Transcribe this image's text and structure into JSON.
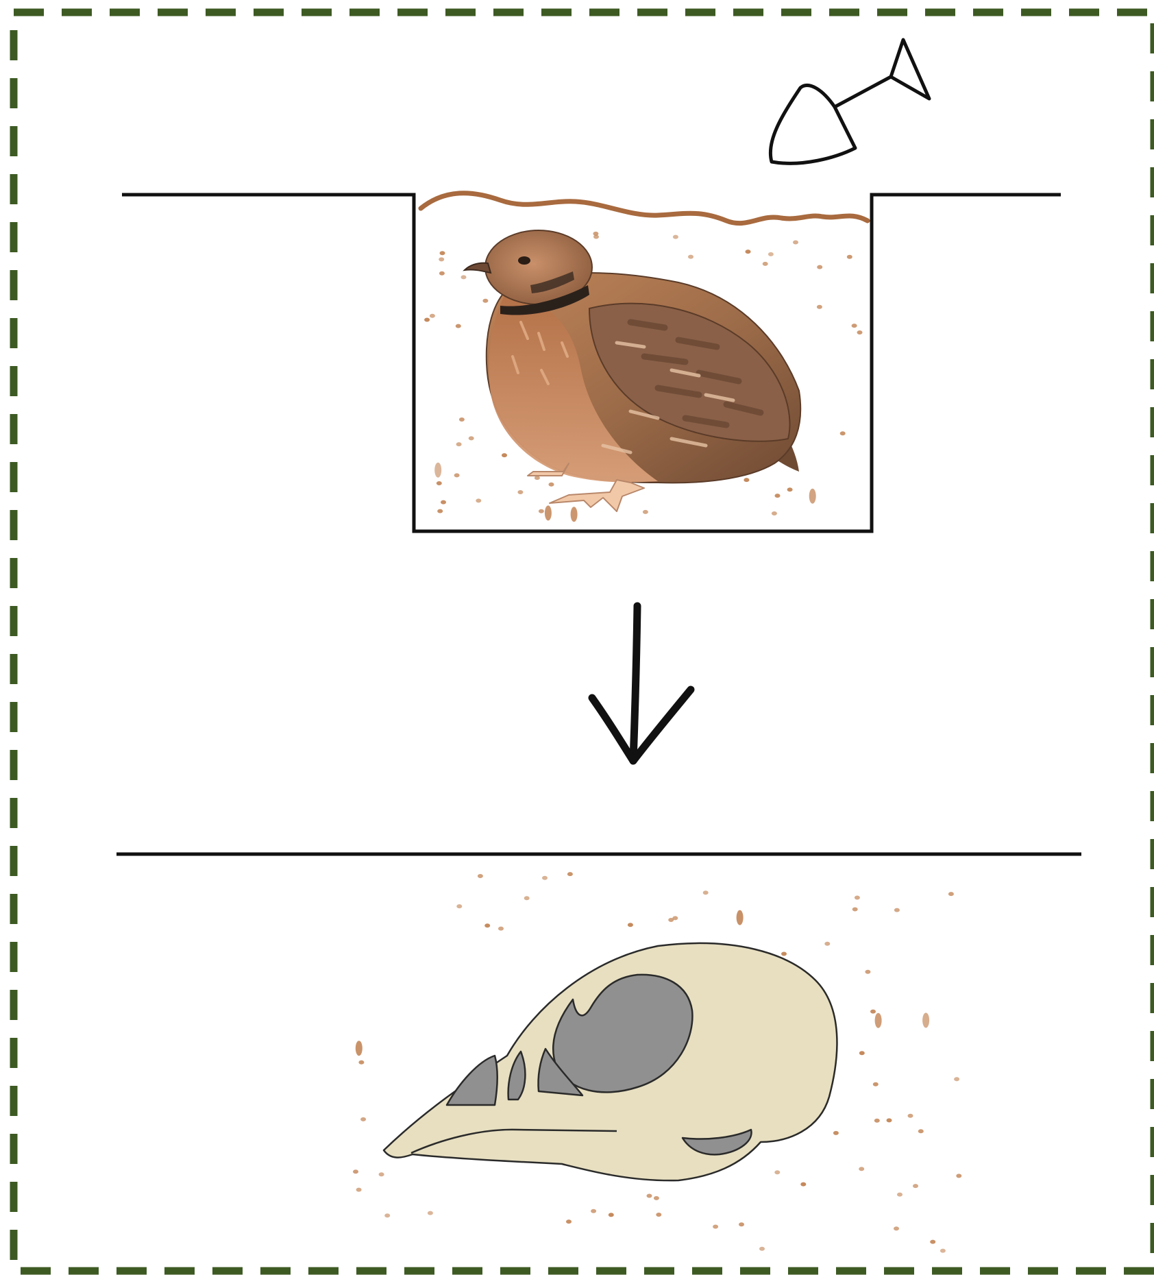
{
  "figure": {
    "panels": [
      {
        "id": "burial",
        "subject": "quail",
        "setting": "pit-in-ground"
      },
      {
        "id": "result",
        "subject": "bird-skull",
        "setting": "below-ground"
      }
    ],
    "icons": {
      "tool": "shovel-icon",
      "transition": "arrow-down-icon"
    },
    "text": []
  },
  "colors": {
    "frame": "#3d5a23",
    "ground_line": "#111111",
    "soil_surface": "#a86a3e",
    "soil_speckle": "#c4885a",
    "quail_body": "#9a6a48",
    "quail_breast": "#b97a4e",
    "quail_highlight": "#e7c3a4",
    "skull_bone": "#e7dfc0",
    "skull_openings": "#909090"
  }
}
